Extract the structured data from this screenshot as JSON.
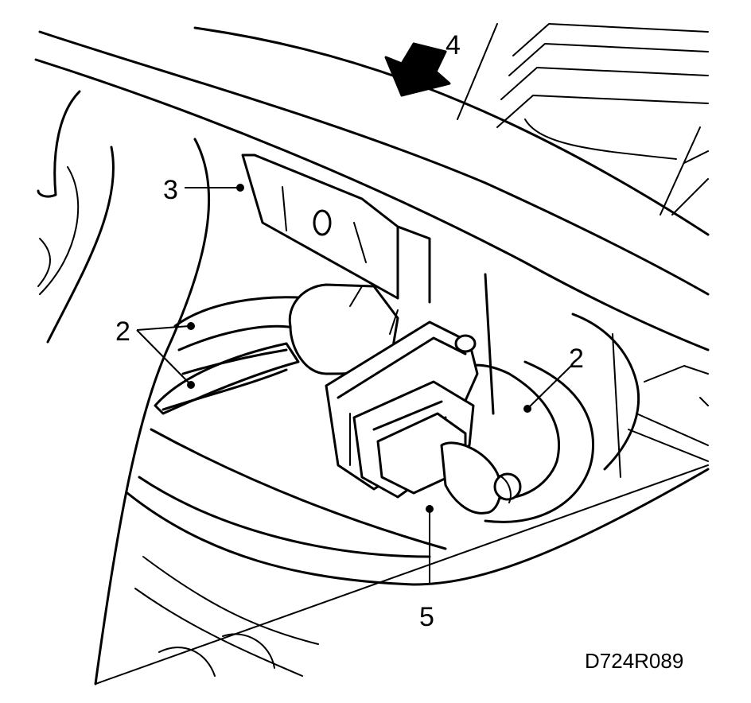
{
  "callouts": {
    "c2_left": "2",
    "c2_right": "2",
    "c3": "3",
    "c4": "4",
    "c5": "5"
  },
  "figure_code": "D724R089"
}
